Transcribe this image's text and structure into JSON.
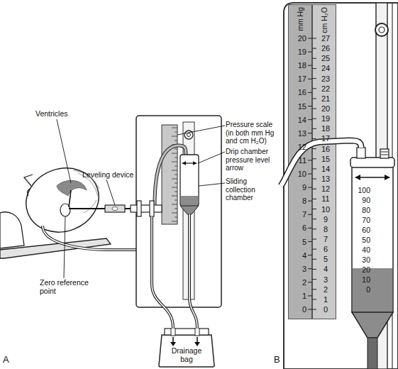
{
  "diagram": {
    "nodes": [
      {
        "text": [
          "Drainage bag"
        ]
      },
      {
        "text": [
          "mm Hg"
        ]
      },
      {
        "text": [
          "cm H₂O"
        ]
      }
    ],
    "labels": [
      "Ventricles",
      "Leveling device",
      "Pressure scale (in both mm Hg and cm H₂O)",
      "Drip chamber pressure level arrow",
      "Sliding collection chamber",
      "Zero reference point",
      "A",
      "B",
      "20",
      "19",
      "18",
      "17",
      "16",
      "15",
      "14",
      "13",
      "12",
      "11",
      "10",
      "9",
      "8",
      "7",
      "6",
      "5",
      "4",
      "3",
      "2",
      "1",
      "0",
      "27",
      "26",
      "25",
      "24",
      "23",
      "22",
      "21",
      "20",
      "19",
      "18",
      "17",
      "16",
      "15",
      "14",
      "13",
      "12",
      "11",
      "10",
      "9",
      "8",
      "7",
      "6",
      "5",
      "4",
      "3",
      "2",
      "1",
      "0",
      "100",
      "90",
      "80",
      "70",
      "60",
      "50",
      "40",
      "30",
      "20",
      "10",
      "0"
    ]
  }
}
